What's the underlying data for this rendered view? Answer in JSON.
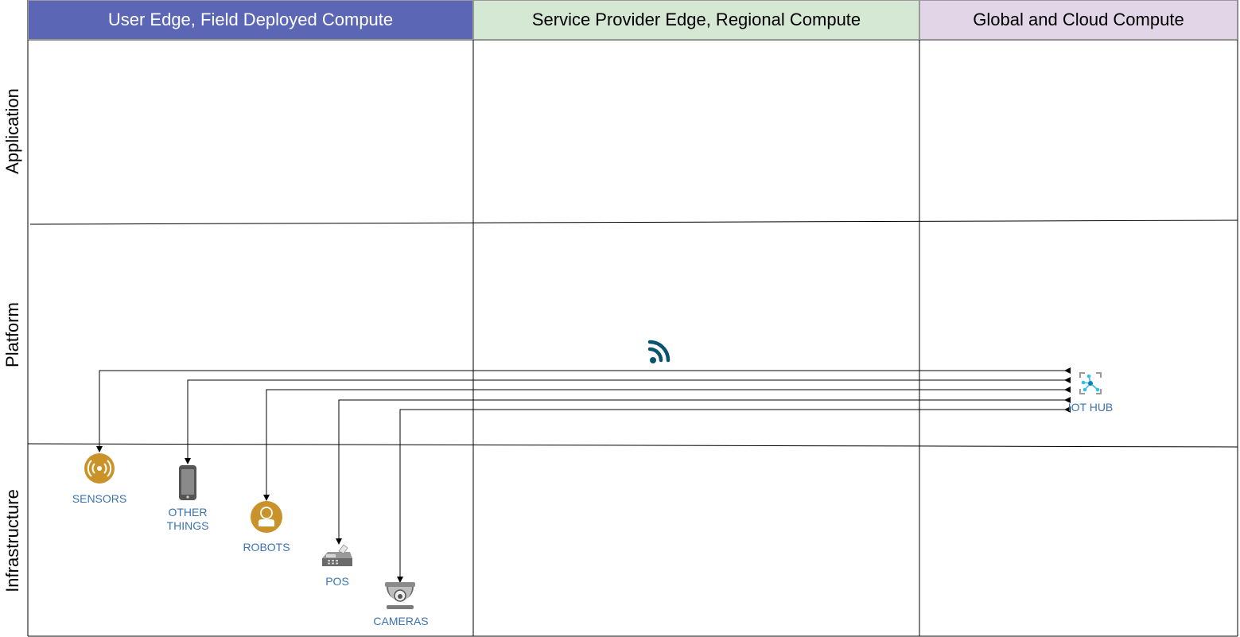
{
  "columns": [
    {
      "title": "User Edge, Field Deployed Compute",
      "color": "#5b67b4"
    },
    {
      "title": "Service Provider Edge, Regional Compute",
      "color": "#d5e8d4"
    },
    {
      "title": "Global and Cloud Compute",
      "color": "#e1d5e7"
    }
  ],
  "rows": [
    "Application",
    "Platform",
    "Infrastructure"
  ],
  "nodes": {
    "sensors": {
      "label": "SENSORS",
      "icon": "sensor-icon"
    },
    "other_things_line1": "OTHER",
    "other_things_line2": "THINGS",
    "robots": {
      "label": "ROBOTS",
      "icon": "robot-icon"
    },
    "pos": {
      "label": "POS",
      "icon": "pos-terminal-icon"
    },
    "cameras": {
      "label": "CAMERAS",
      "icon": "camera-icon"
    },
    "iot_hub": {
      "label": "IOT HUB",
      "icon": "iot-hub-icon"
    }
  },
  "connectivity_icon": "wireless-signal-icon",
  "colors": {
    "device_gold": "#c9932a",
    "label_blue": "#3a73b2",
    "signal_blue": "#0b5470",
    "iot_cyan": "#32bfe8"
  }
}
